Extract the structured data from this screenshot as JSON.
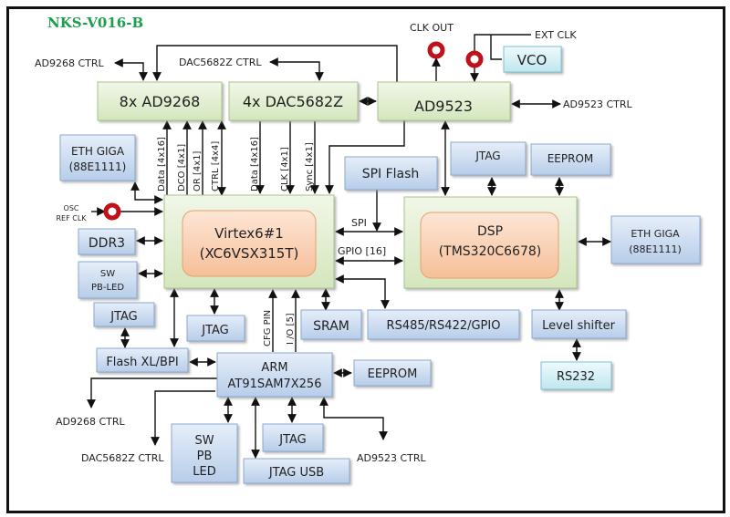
{
  "title": "NKS-V016-B",
  "blocks": {
    "ad9268": "8x AD9268",
    "dac5682z": "4x DAC5682Z",
    "ad9523": "AD9523",
    "vco": "VCO",
    "eth_giga_left": [
      "ETH GIGA",
      "(88E1111)"
    ],
    "eth_giga_right": [
      "ETH GIGA",
      "(88E1111)"
    ],
    "virtex": [
      "Virtex6#1",
      "(XC6VSX315T)"
    ],
    "dsp": [
      "DSP",
      "(TMS320C6678)"
    ],
    "spi_flash": "SPI Flash",
    "jtag_dsp": "JTAG",
    "eeprom_dsp": "EEPROM",
    "ddr3": "DDR3",
    "sw_pb_led_top": [
      "SW",
      "PB-LED"
    ],
    "jtag_left": "JTAG",
    "jtag_fpga": "JTAG",
    "sram": "SRAM",
    "rs485": "RS485/RS422/GPIO",
    "level_shifter": "Level shifter",
    "rs232": "RS232",
    "flash_xl": "Flash XL/BPI",
    "arm": [
      "ARM",
      "AT91SAM7X256"
    ],
    "eeprom_arm": "EEPROM",
    "sw_pb_led_bottom": [
      "SW",
      "PB",
      "LED"
    ],
    "jtag_arm": "JTAG",
    "jtag_usb": "JTAG USB"
  },
  "labels": {
    "ad9268_ctrl_top": "AD9268 CTRL",
    "dac_ctrl_top": "DAC5682Z CTRL",
    "clk_out": "CLK OUT",
    "ext_clk": "EXT CLK",
    "ad9523_ctrl_right": "AD9523 CTRL",
    "osc_ref_clk": [
      "OSC",
      "REF CLK"
    ],
    "spi": "SPI",
    "gpio16": "GPIO [16]",
    "ad9268_ctrl_bottom": "AD9268 CTRL",
    "dac_ctrl_bottom": "DAC5682Z CTRL",
    "ad9523_ctrl_bottom": "AD9523 CTRL",
    "adc_buses": [
      "Data [4x16]",
      "DCO [4x1]",
      "OR [4x1]",
      "CTRL [4x4]"
    ],
    "dac_buses": [
      "Data [4x16]",
      "CLK [4x1]",
      "Sync [4x1]"
    ],
    "cfg_pin": "CFG PIN",
    "io5": "I /O [5]"
  },
  "colors": {
    "title": "#1aa04a",
    "green_block": "#dfeccc",
    "blue_block": "#c9d9ee",
    "cyan_block": "#cfeef4",
    "orange_core": "#f8c9a8",
    "connector": "#c0101a"
  }
}
